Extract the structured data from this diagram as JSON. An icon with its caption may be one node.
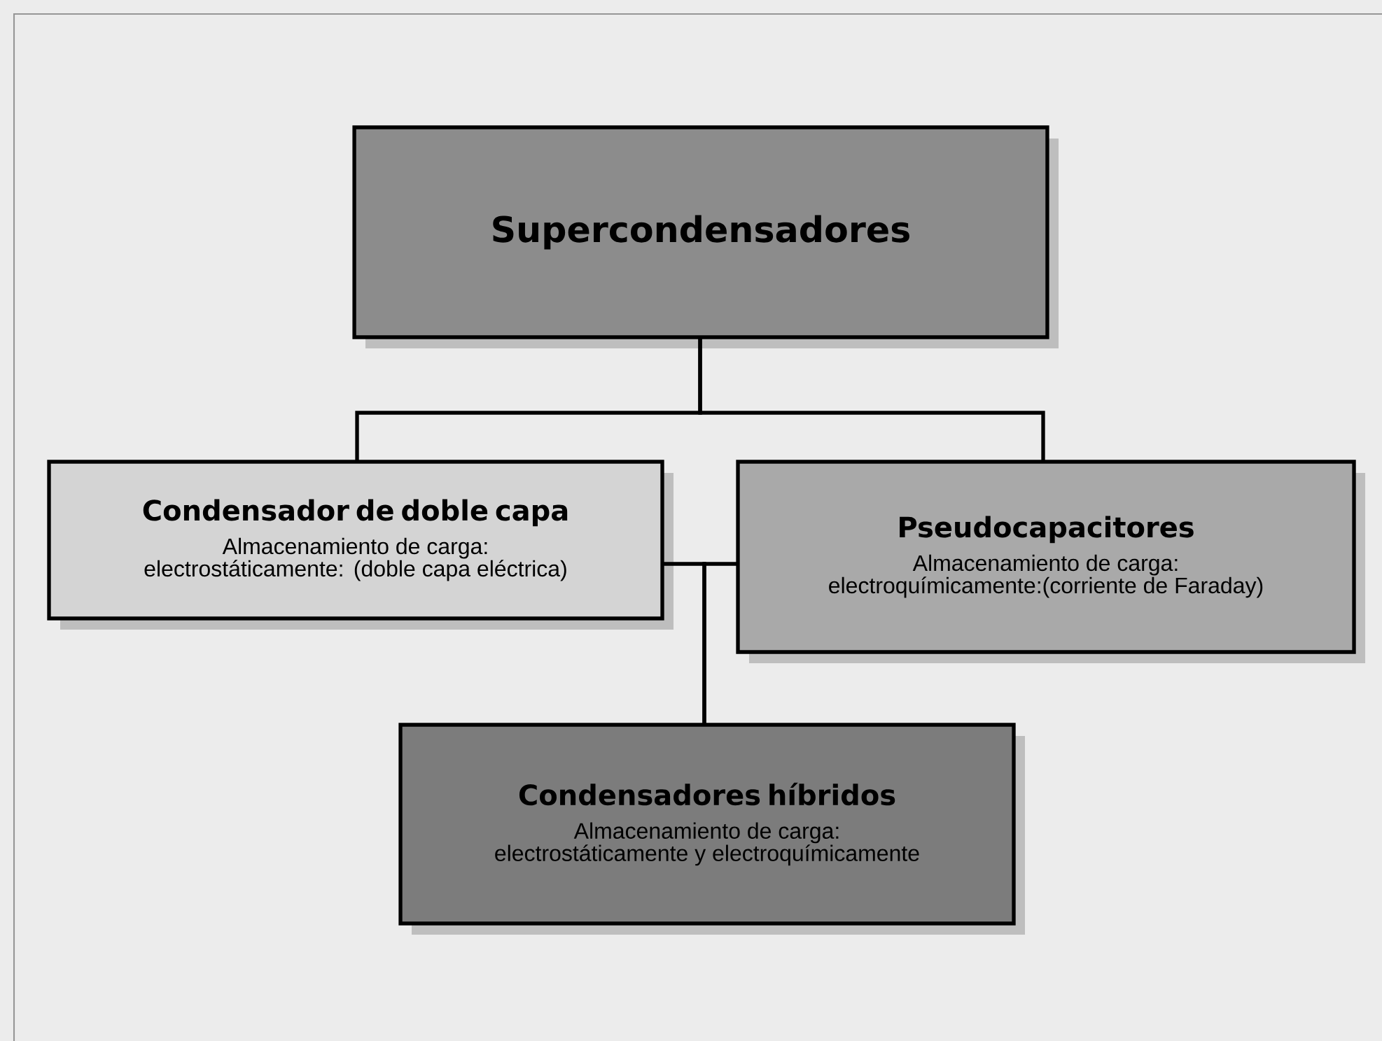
{
  "diagram": {
    "nodes": [
      {
        "text": [
          "Supercondensadores"
        ]
      },
      {
        "text": [
          "Condensador de doble capa",
          "Almacenamiento de carga: electrostáticamente: (doble capa eléctrica)"
        ]
      },
      {
        "text": [
          "Pseudocapacitores",
          "Almacenamiento de carga: electroquímicamente:(corriente de Faraday)"
        ]
      },
      {
        "text": [
          "Condensadores híbridos",
          "Almacenamiento de carga: electrostáticamente y electroquímicamente"
        ]
      }
    ],
    "edges": [
      {
        "from": 0,
        "to": 1,
        "arrow": "none"
      },
      {
        "from": 0,
        "to": 2,
        "arrow": "none"
      },
      {
        "from": 1,
        "to": 3,
        "arrow": "none"
      },
      {
        "from": 2,
        "to": 3,
        "arrow": "none"
      }
    ]
  }
}
